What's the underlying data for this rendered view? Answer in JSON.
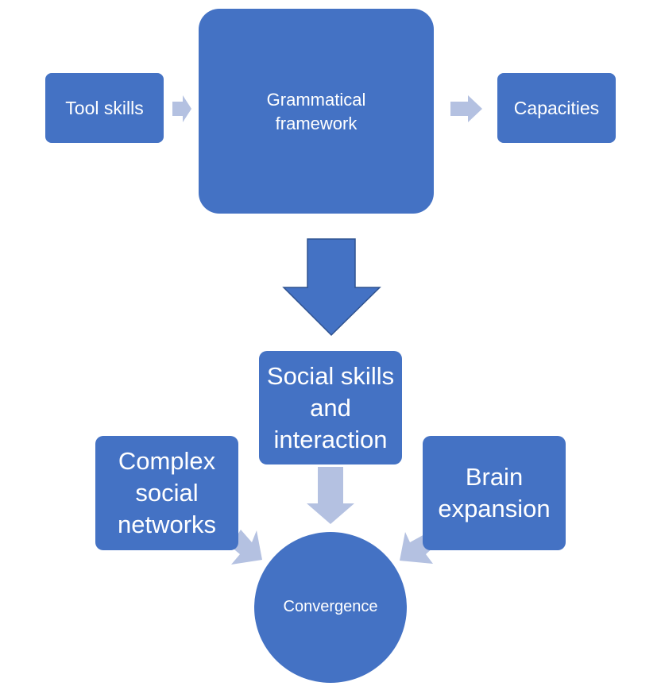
{
  "diagram": {
    "colors": {
      "node_fill": "#4472c4",
      "node_text": "#ffffff",
      "connector_light": "#b4c1e1",
      "main_arrow": "#4472c4",
      "main_arrow_stroke": "#2f528f",
      "background": "#ffffff"
    },
    "nodes": {
      "tool_skills": "Tool skills",
      "grammatical_framework": "Grammatical framework",
      "capacities": "Capacities",
      "social_skills": "Social skills and interaction",
      "complex_networks": "Complex social networks",
      "brain_expansion": "Brain expansion",
      "convergence": "Convergence"
    },
    "edges": [
      {
        "from": "Tool skills",
        "to": "Grammatical framework"
      },
      {
        "from": "Grammatical framework",
        "to": "Capacities"
      },
      {
        "from": "Grammatical framework",
        "to": "Social skills and interaction"
      },
      {
        "from": "Social skills and interaction",
        "to": "Convergence"
      },
      {
        "from": "Complex social networks",
        "to": "Convergence"
      },
      {
        "from": "Brain expansion",
        "to": "Convergence"
      }
    ]
  }
}
